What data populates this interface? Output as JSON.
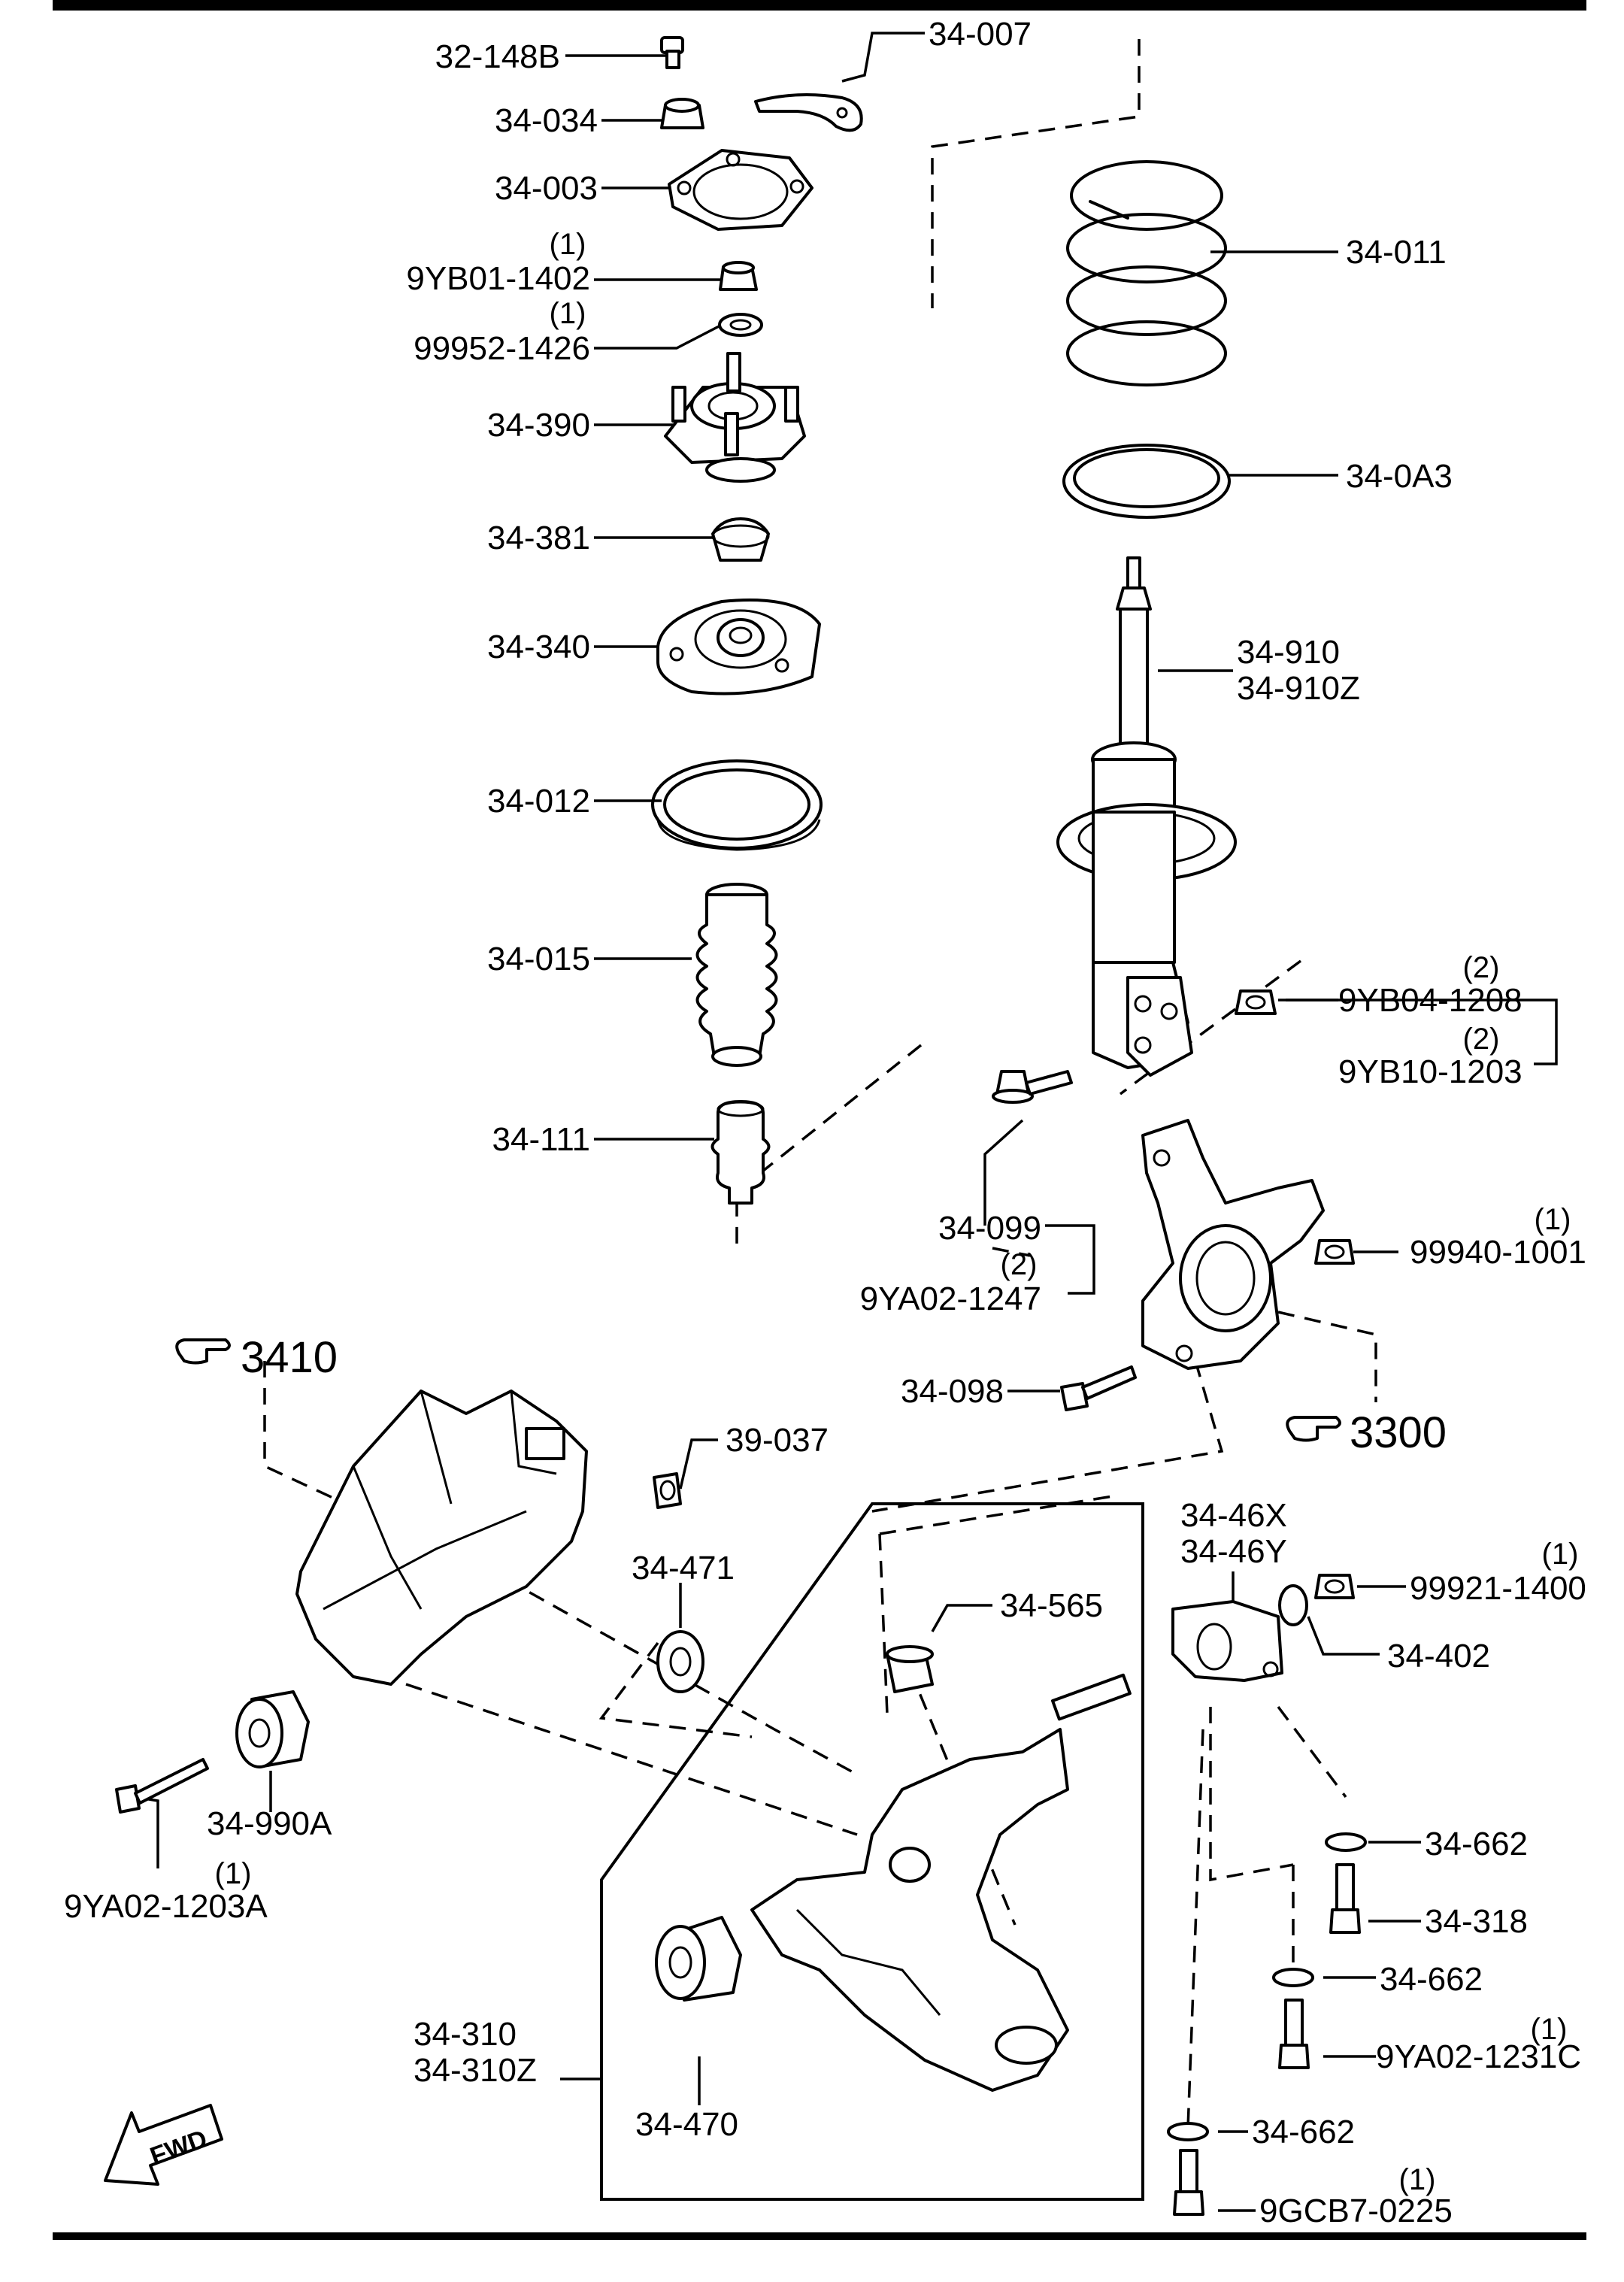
{
  "parts": {
    "p32_148B": "32-148B",
    "p34_007": "34-007",
    "p34_034": "34-034",
    "p34_003": "34-003",
    "p34_011": "34-011",
    "p9YB01": "9YB01-1402",
    "p9YB01_qty": "(1)",
    "p99952": "99952-1426",
    "p99952_qty": "(1)",
    "p34_390": "34-390",
    "p34_0A3": "34-0A3",
    "p34_381": "34-381",
    "p34_340": "34-340",
    "p34_910": "34-910",
    "p34_910Z": "34-910Z",
    "p34_012": "34-012",
    "p34_015": "34-015",
    "p9YB04": "9YB04-1208",
    "p9YB04_qty": "(2)",
    "p9YB10": "9YB10-1203",
    "p9YB10_qty": "(2)",
    "p34_111": "34-111",
    "p34_099": "34-099",
    "p9YA02_1247": "9YA02-1247",
    "p9YA02_1247_qty": "(2)",
    "p99940": "99940-1001",
    "p99940_qty": "(1)",
    "ref_3410": "3410",
    "p34_098": "34-098",
    "ref_3300": "3300",
    "p39_037": "39-037",
    "p34_46X": "34-46X",
    "p34_46Y": "34-46Y",
    "p34_471": "34-471",
    "p34_565": "34-565",
    "p99921": "99921-1400",
    "p99921_qty": "(1)",
    "p34_402": "34-402",
    "p34_990A": "34-990A",
    "p9YA02_1203A": "9YA02-1203A",
    "p9YA02_1203A_qty": "(1)",
    "p34_662a": "34-662",
    "p34_318": "34-318",
    "p34_662b": "34-662",
    "p9YA02_1231C": "9YA02-1231C",
    "p9YA02_1231C_qty": "(1)",
    "p34_310": "34-310",
    "p34_310Z": "34-310Z",
    "p34_470": "34-470",
    "p34_662c": "34-662",
    "p9GCB7": "9GCB7-0225",
    "p9GCB7_qty": "(1)",
    "fwd": "FWD"
  }
}
